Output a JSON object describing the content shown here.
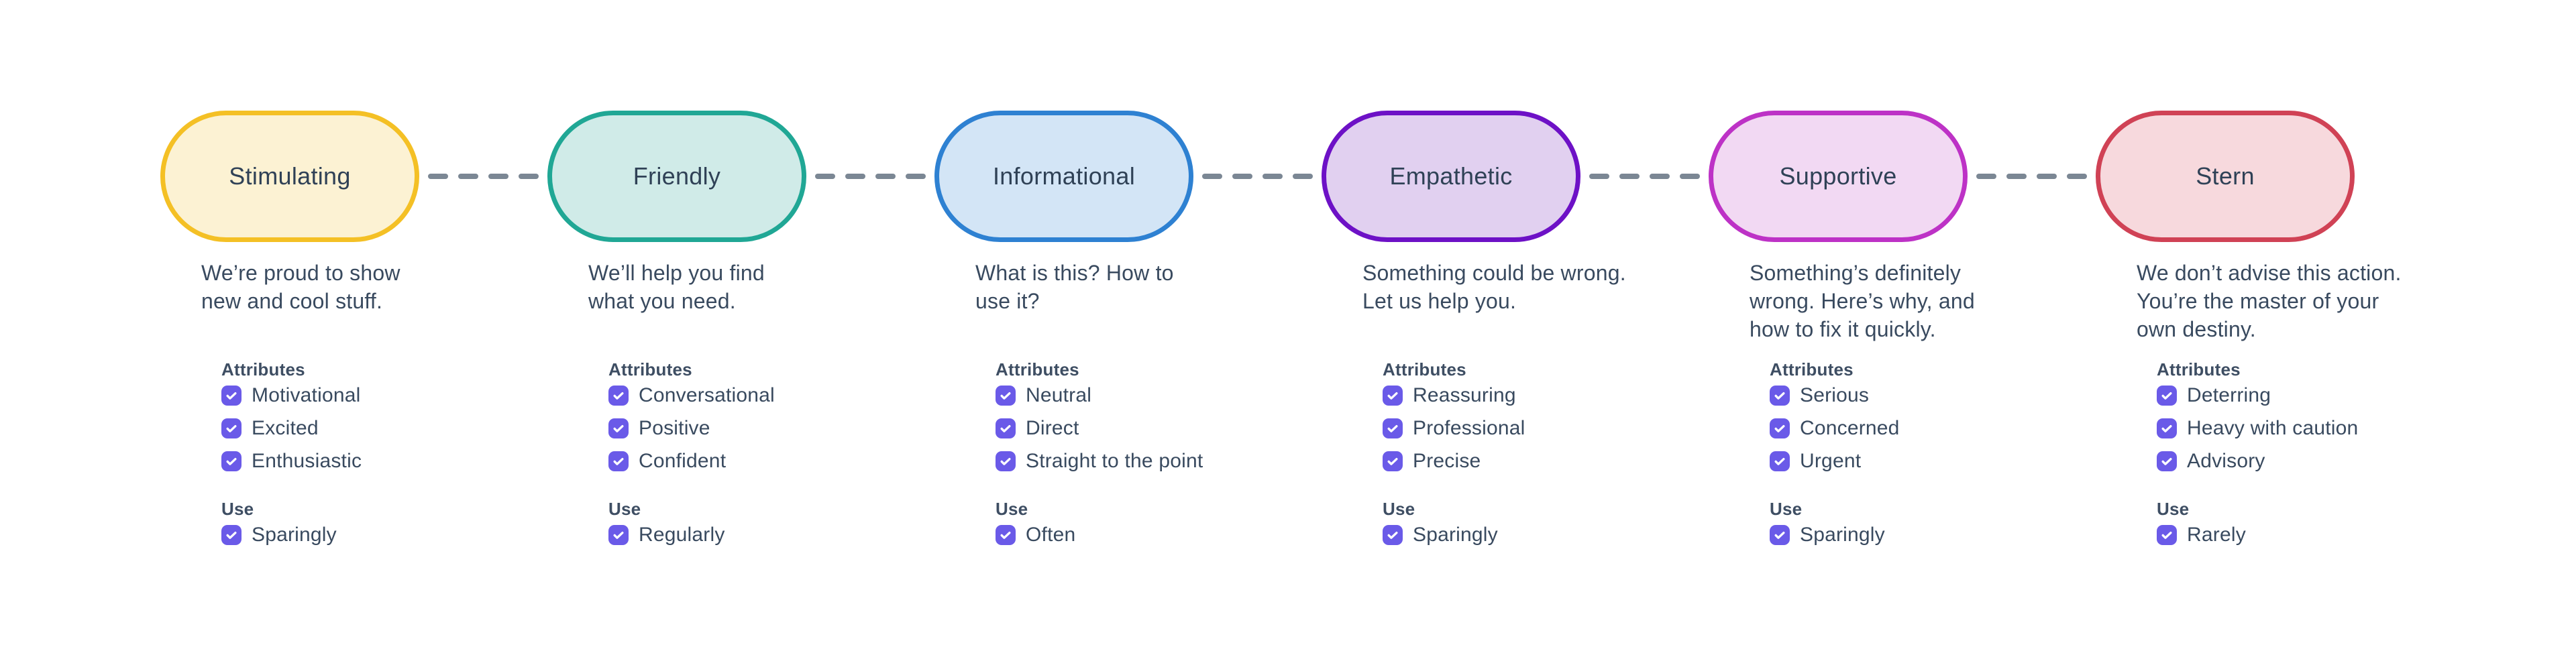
{
  "diagram": {
    "title": "tone-of-voice-spectrum",
    "background_color": "#ffffff",
    "connector_color": "#7b8794",
    "checkbox_color": "#6a5ae8",
    "text_color": "#394a5f"
  },
  "labels": {
    "attributes": "Attributes",
    "use": "Use"
  },
  "columns": [
    {
      "label": "Stimulating",
      "colors": {
        "border": "#f4c025",
        "fill": "#fcf2d3"
      },
      "description_lines": [
        "We’re proud to show",
        "new and cool stuff."
      ],
      "attributes": [
        "Motivational",
        "Excited",
        "Enthusiastic"
      ],
      "use": "Sparingly"
    },
    {
      "label": "Friendly",
      "colors": {
        "border": "#20a795",
        "fill": "#d0ebe8"
      },
      "description_lines": [
        "We’ll help you find",
        "what you need."
      ],
      "attributes": [
        "Conversational",
        "Positive",
        "Confident"
      ],
      "use": "Regularly"
    },
    {
      "label": "Informational",
      "colors": {
        "border": "#2e81d2",
        "fill": "#d3e5f6"
      },
      "description_lines": [
        "What is this? How to",
        "use it?"
      ],
      "attributes": [
        "Neutral",
        "Direct",
        "Straight to the point"
      ],
      "use": "Often"
    },
    {
      "label": "Empathetic",
      "colors": {
        "border": "#6d11c6",
        "fill": "#e1d0f0"
      },
      "description_lines": [
        "Something could be wrong.",
        "Let us help you."
      ],
      "attributes": [
        "Reassuring",
        "Professional",
        "Precise"
      ],
      "use": "Sparingly"
    },
    {
      "label": "Supportive",
      "colors": {
        "border": "#bd32c6",
        "fill": "#f2d9f3"
      },
      "description_lines": [
        "Something’s definitely",
        "wrong. Here’s why, and",
        "how to fix it quickly."
      ],
      "attributes": [
        "Serious",
        "Concerned",
        "Urgent"
      ],
      "use": "Sparingly"
    },
    {
      "label": "Stern",
      "colors": {
        "border": "#d04255",
        "fill": "#f7d9dd"
      },
      "description_lines": [
        "We don’t advise this action.",
        "You’re the master of your",
        "own destiny."
      ],
      "attributes": [
        "Deterring",
        "Heavy with caution",
        "Advisory"
      ],
      "use": "Rarely"
    }
  ]
}
